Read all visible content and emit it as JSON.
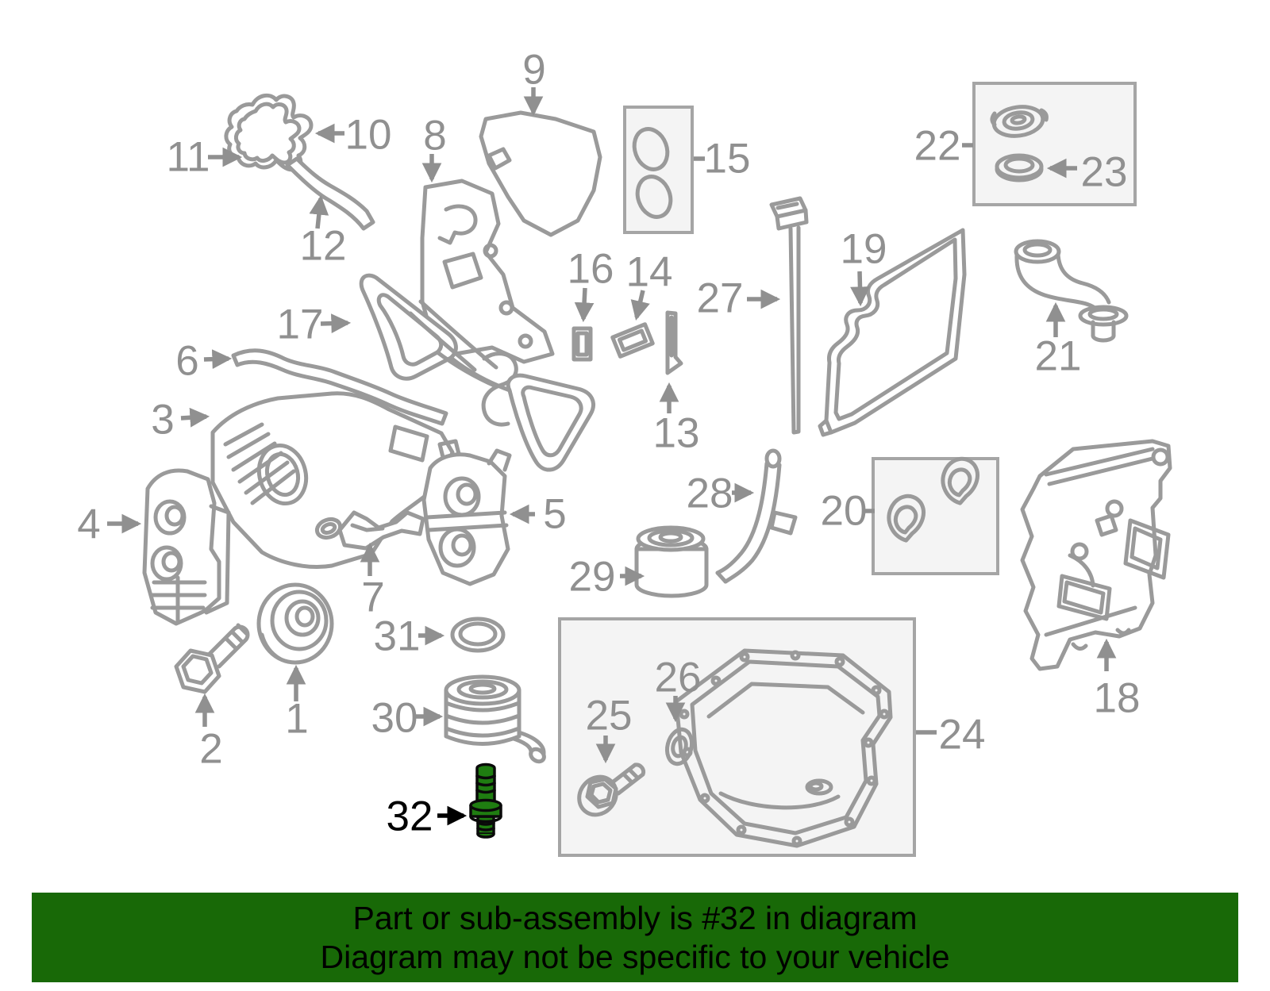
{
  "page": {
    "background_color": "#ffffff"
  },
  "banner": {
    "line1": "Part or sub-assembly is #32 in diagram",
    "line2": "Diagram may not be specific to your vehicle",
    "background_color": "#186907",
    "text_color": "#000000"
  },
  "diagram": {
    "type": "exploded-engine-parts-diagram",
    "highlighted_part_number": "32",
    "highlight_fill_color": "#1f7d11",
    "highlight_outline_color": "#000000",
    "part_line_color": "#9a9a9a",
    "label_color": "#909090",
    "reference_box_fill": "#f4f4f4",
    "labels": [
      "1",
      "2",
      "3",
      "4",
      "5",
      "6",
      "7",
      "8",
      "9",
      "10",
      "11",
      "12",
      "13",
      "14",
      "15",
      "16",
      "17",
      "18",
      "19",
      "20",
      "21",
      "22",
      "23",
      "24",
      "25",
      "26",
      "27",
      "28",
      "29",
      "30",
      "31",
      "32"
    ]
  }
}
